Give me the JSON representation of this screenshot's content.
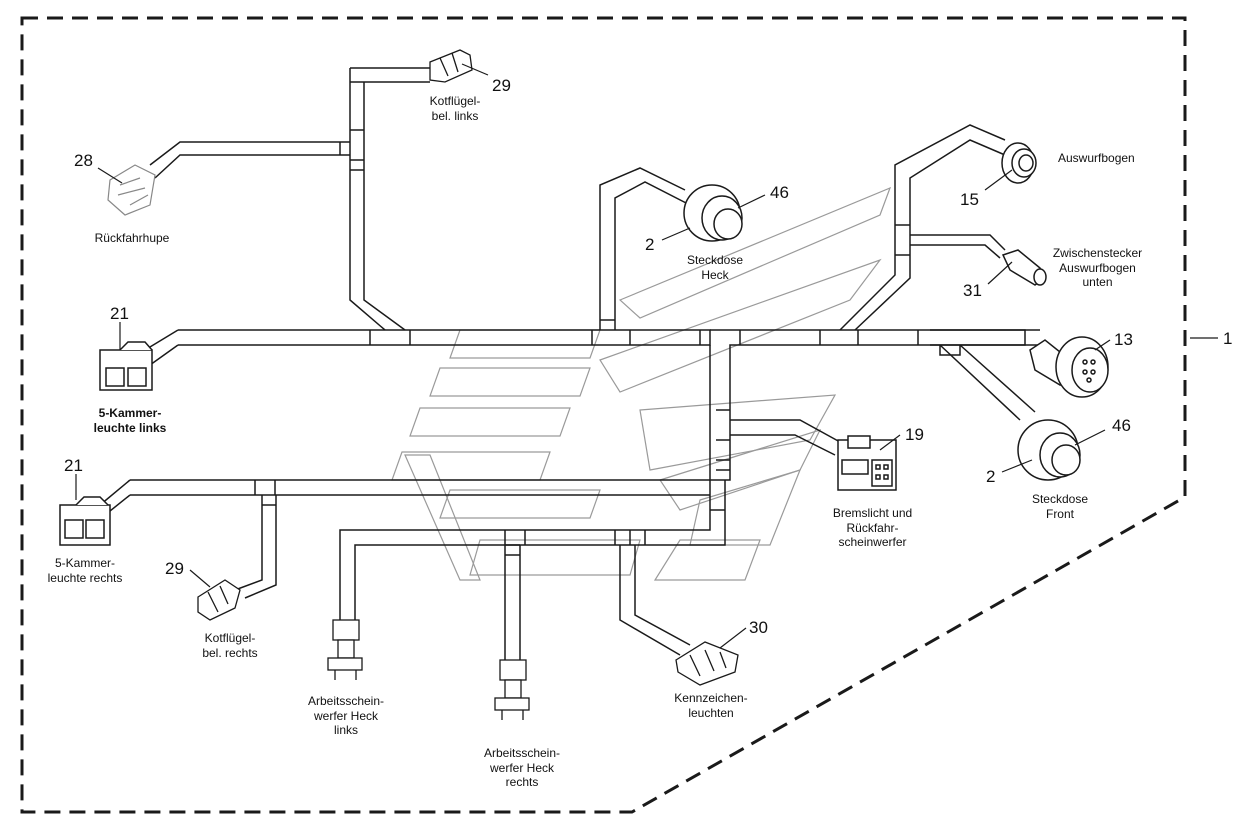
{
  "assembly_number": "1",
  "callouts": {
    "c28": "28",
    "c29_top": "29",
    "c46_heck": "46",
    "c2_heck": "2",
    "c15": "15",
    "c31": "31",
    "c13": "13",
    "c1": "1",
    "c21_links": "21",
    "c19": "19",
    "c46_front": "46",
    "c2_front": "2",
    "c21_rechts": "21",
    "c29_bottom": "29",
    "c30": "30"
  },
  "labels": {
    "rueckfahrhupe": "Rückfahrhupe",
    "kotfluegel_links": "Kotflügel-\nbel. links",
    "steckdose_heck": "Steckdose\nHeck",
    "auswurfbogen": "Auswurfbogen",
    "zwischenstecker": "Zwischenstecker\nAuswurfbogen\nunten",
    "kammer_links": "5-Kammer-\nleuchte links",
    "bremslicht": "Bremslicht und\nRückfahr-\nscheinwerfer",
    "steckdose_front": "Steckdose\nFront",
    "kammer_rechts": "5-Kammer-\nleuchte rechts",
    "kotfluegel_rechts": "Kotflügel-\nbel. rechts",
    "arbeit_links": "Arbeitsschein-\nwerfer Heck\nlinks",
    "kennzeichen": "Kennzeichen-\nleuchten",
    "arbeit_rechts": "Arbeitsschein-\nwerfer Heck\nrechts"
  },
  "colors": {
    "line": "#1a1a1a",
    "watermark": "#9a9a9a",
    "connector_fill": "#ffffff",
    "horn_stroke": "#888888"
  }
}
